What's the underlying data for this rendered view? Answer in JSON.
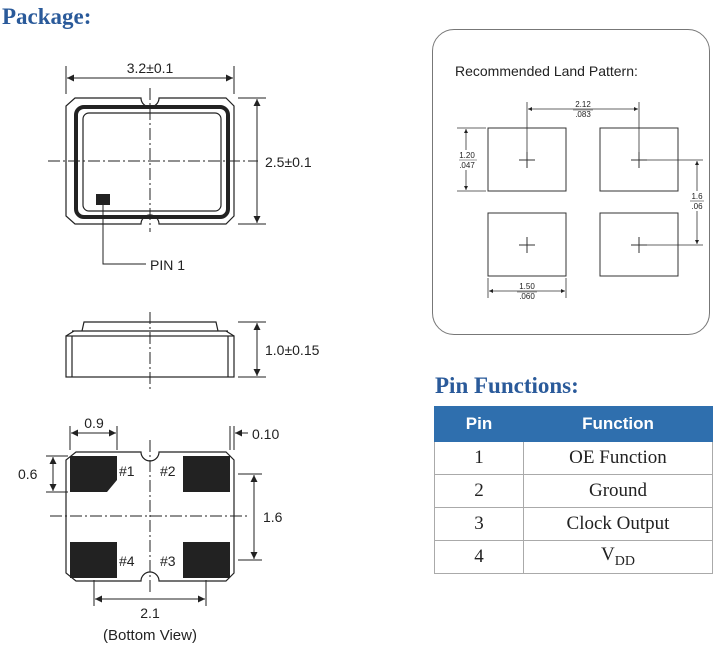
{
  "package": {
    "heading": "Package:",
    "top_width": "3.2±0.1",
    "top_height": "2.5±0.1",
    "pin1_label": "PIN 1",
    "side_height": "1.0±0.15",
    "bottom": {
      "pad_width": "0.9",
      "edge_gap": "0.10",
      "pad_height": "0.6",
      "pitch_vertical": "1.6",
      "pitch_horizontal": "2.1",
      "view_caption": "(Bottom View)",
      "pad_labels": [
        "#1",
        "#2",
        "#4",
        "#3"
      ]
    }
  },
  "land_pattern": {
    "title": "Recommended Land Pattern:",
    "pitch_x_mm": "2.12",
    "pitch_x_in": ".083",
    "pad_h_mm": "1.20",
    "pad_h_in": ".047",
    "pitch_y_mm": "1.6",
    "pitch_y_in": ".06",
    "pad_w_mm": "1.50",
    "pad_w_in": ".060"
  },
  "pin_functions": {
    "heading": "Pin Functions:",
    "columns": [
      "Pin",
      "Function"
    ],
    "rows": [
      {
        "pin": "1",
        "function": "OE Function"
      },
      {
        "pin": "2",
        "function": "Ground"
      },
      {
        "pin": "3",
        "function": "Clock Output"
      },
      {
        "pin": "4",
        "function_main": "V",
        "function_sub": "DD"
      }
    ]
  }
}
